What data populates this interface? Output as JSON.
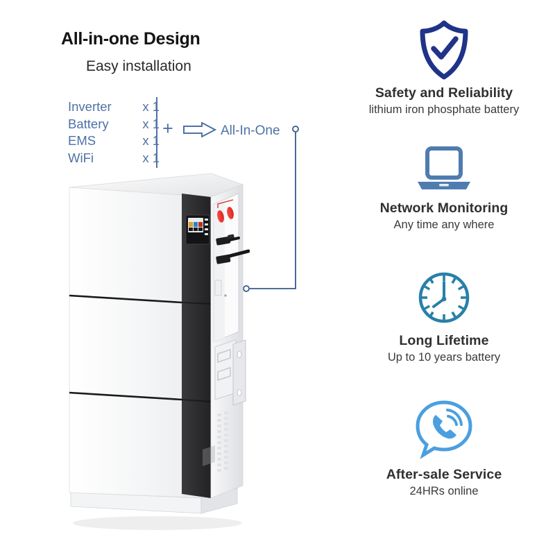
{
  "headline": {
    "title": "All-in-one Design",
    "subtitle": "Easy installation"
  },
  "components": {
    "items": [
      {
        "name": "Inverter",
        "qty": "x  1"
      },
      {
        "name": "Battery",
        "qty": "x 1"
      },
      {
        "name": "EMS",
        "qty": "x 1"
      },
      {
        "name": "WiFi",
        "qty": "x 1"
      }
    ],
    "plus": "+",
    "result_label": "All-In-One",
    "accent_color": "#4e72a6"
  },
  "product": {
    "name": "all-in-one-energy-storage-system",
    "body_color": "#f4f5f6",
    "panel_color": "#2b2b2d",
    "connector_color": "#e8332c"
  },
  "features": [
    {
      "icon": "shield-check-icon",
      "title": "Safety and Reliability",
      "subtitle": "lithium iron phosphate battery",
      "color": "#1f3388"
    },
    {
      "icon": "laptop-icon",
      "title": "Network  Monitoring",
      "subtitle": "Any time any where",
      "color": "#4f7cb0"
    },
    {
      "icon": "clock-icon",
      "title": "Long Lifetime",
      "subtitle": "Up to 10 years battery",
      "color": "#2880a8"
    },
    {
      "icon": "phone-bubble-icon",
      "title": "After-sale Service",
      "subtitle": "24HRs online",
      "color": "#4a9fe0"
    }
  ]
}
